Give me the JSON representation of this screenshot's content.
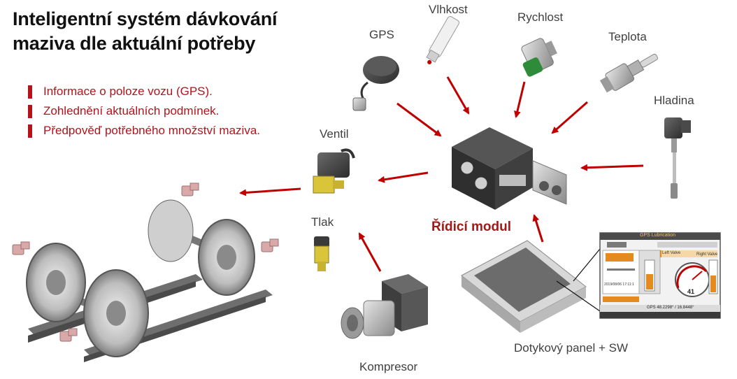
{
  "title": {
    "line1": "Inteligentní systém dávkování",
    "line2": "maziva dle aktuální potřeby"
  },
  "bullets": [
    "Informace o poloze vozu (GPS).",
    "Zohlednění aktuálních podmínek.",
    "Předpověď potřebného množství maziva."
  ],
  "components": {
    "vlhkost": "Vlhkost",
    "gps": "GPS",
    "rychlost": "Rychlost",
    "teplota": "Teplota",
    "hladina": "Hladina",
    "ventil": "Ventil",
    "tlak": "Tlak",
    "ridici_modul": "Řídicí modul",
    "kompresor": "Kompresor",
    "panel": "Dotykový panel + SW"
  },
  "screen": {
    "title": "GPS Lubrication",
    "left_button": "Left Valve",
    "right_button": "Right Valve",
    "date": "2019/08/06 17:11:1",
    "gauge_value": "41",
    "status": "GPS 48.2298° / 16.8448°"
  },
  "colors": {
    "accent": "#b5121b",
    "arrow": "#c00000",
    "text": "#404040"
  }
}
